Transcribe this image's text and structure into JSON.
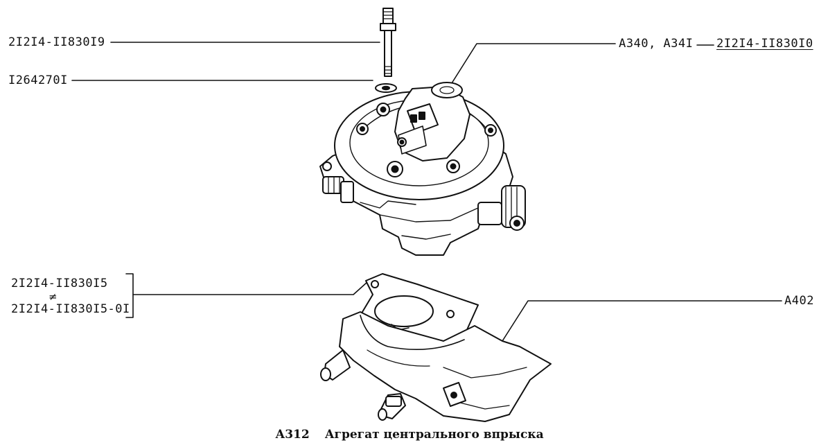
{
  "labels": {
    "bolt": "2I2I4-II830I9",
    "washer": "I264270I",
    "assembly": "A340, A34I",
    "assembly_part": "2I2I4-II830I0",
    "gasket_1": "2I2I4-II830I5",
    "not_equal": "≠",
    "gasket_2": "2I2I4-II830I5-0I",
    "manifold": "A402"
  },
  "caption": {
    "code": "А312",
    "title": "Агрегат центрального впрыска"
  }
}
